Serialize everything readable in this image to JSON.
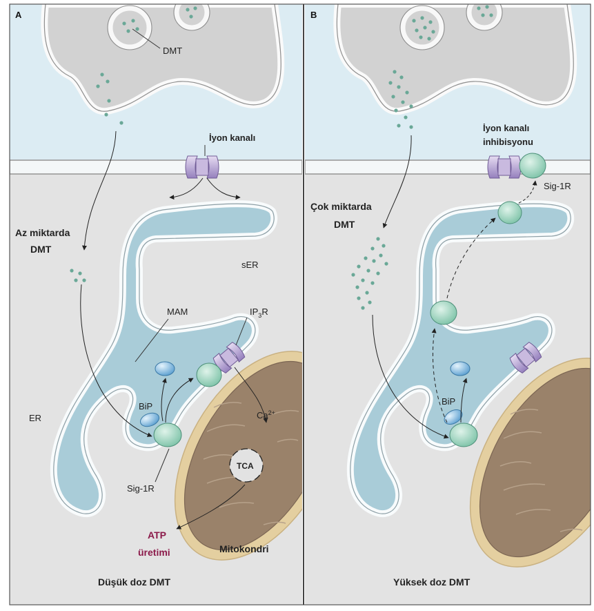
{
  "panel_a": {
    "letter": "A",
    "dmt_label": "DMT",
    "ion_channel_label": "İyon kanalı",
    "dose_label_line1": "Az miktarda",
    "dose_label_line2": "DMT",
    "ser_label": "sER",
    "mam_label": "MAM",
    "ip3r_label": "IP",
    "ip3r_sub": "3",
    "ip3r_end": "R",
    "er_label": "ER",
    "bip_label": "BiP",
    "sig1r_label": "Sig-1R",
    "ca_label": "Ca",
    "ca_sup": "2+",
    "tca_label": "TCA",
    "atp_line1": "ATP",
    "atp_line2": "üretimi",
    "mito_label": "Mitokondri",
    "caption": "Düşük doz DMT"
  },
  "panel_b": {
    "letter": "B",
    "ion_inhib_line1": "İyon kanalı",
    "ion_inhib_line2": "inhibisyonu",
    "sig1r_label": "Sig-1R",
    "dose_label_line1": "Çok miktarda",
    "dose_label_line2": "DMT",
    "bip_label": "BiP",
    "caption": "Yüksek doz DMT"
  },
  "colors": {
    "extracellular": "#dcecf3",
    "cytoplasm": "#e3e3e3",
    "er_lumen": "#a9ccd8",
    "membrane": "#f6f9fa",
    "vesicle_interior": "#d2d2d2",
    "dmt_dot": "#6aa897",
    "sig1r": "#9fd6bf",
    "bip": "#8ec1e4",
    "channel": "#b9a6d3",
    "mito_outer": "#e4cfa0",
    "mito_inner": "#9a826a",
    "atp": "#8b1a4a"
  }
}
